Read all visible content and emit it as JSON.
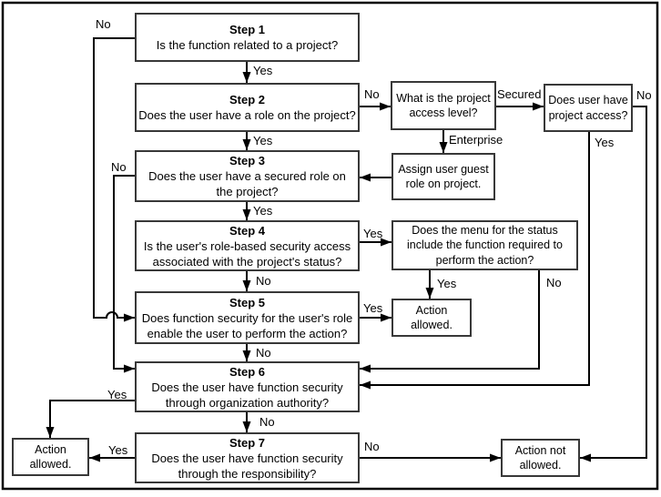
{
  "diagram_type": "flowchart",
  "colors": {
    "background": "#ffffff",
    "line": "#000000",
    "box_border": "#383838",
    "text": "#000000"
  },
  "nodes": {
    "step1": {
      "title": "Step 1",
      "text": "Is the function related to a project?"
    },
    "step2": {
      "title": "Step 2",
      "text": "Does the user have a role on the project?"
    },
    "step3": {
      "title": "Step 3",
      "text": "Does the user have a secured role on the project?"
    },
    "step4": {
      "title": "Step 4",
      "text": "Is the user's role-based security access associated with the project's status?"
    },
    "step5": {
      "title": "Step 5",
      "text": "Does function security for the user's role enable the user to perform the action?"
    },
    "step6": {
      "title": "Step 6",
      "text": "Does the user have function security through organization authority?"
    },
    "step7": {
      "title": "Step 7",
      "text": "Does the user have function security through the responsibility?"
    },
    "access_level": {
      "text": "What is the project access level?"
    },
    "project_access": {
      "text": "Does user have project access?"
    },
    "assign_guest": {
      "text": "Assign user guest role on project."
    },
    "menu_status": {
      "text": "Does the menu for the status include the function required to perform the action?"
    },
    "action_allowed_mid": {
      "text": "Action allowed."
    },
    "action_allowed_left": {
      "text": "Action allowed."
    },
    "action_not_allowed": {
      "text": "Action not allowed."
    }
  },
  "labels": {
    "step1_no": "No",
    "step1_yes": "Yes",
    "step2_no": "No",
    "step2_yes": "Yes",
    "secured": "Secured",
    "enterprise": "Enterprise",
    "project_access_no": "No",
    "project_access_yes": "Yes",
    "step3_no": "No",
    "step3_yes": "Yes",
    "step4_no": "No",
    "step4_yes": "Yes",
    "menu_yes": "Yes",
    "menu_no": "No",
    "step5_no": "No",
    "step5_yes": "Yes",
    "step6_no": "No",
    "step6_yes": "Yes",
    "step7_no": "No",
    "step7_yes": "Yes"
  },
  "edges": [
    {
      "from": "step1",
      "to": "step2",
      "label": "Yes"
    },
    {
      "from": "step1",
      "to": "step5",
      "label": "No"
    },
    {
      "from": "step2",
      "to": "step3",
      "label": "Yes"
    },
    {
      "from": "step2",
      "to": "access_level",
      "label": "No"
    },
    {
      "from": "access_level",
      "to": "project_access",
      "label": "Secured"
    },
    {
      "from": "access_level",
      "to": "assign_guest",
      "label": "Enterprise"
    },
    {
      "from": "assign_guest",
      "to": "step3",
      "label": ""
    },
    {
      "from": "project_access",
      "to": "step6",
      "label": "Yes"
    },
    {
      "from": "project_access",
      "to": "action_not_allowed",
      "label": "No"
    },
    {
      "from": "step3",
      "to": "step4",
      "label": "Yes"
    },
    {
      "from": "step3",
      "to": "step6",
      "label": "No"
    },
    {
      "from": "step4",
      "to": "menu_status",
      "label": "Yes"
    },
    {
      "from": "step4",
      "to": "step5",
      "label": "No"
    },
    {
      "from": "menu_status",
      "to": "action_allowed_mid",
      "label": "Yes"
    },
    {
      "from": "menu_status",
      "to": "step6",
      "label": "No"
    },
    {
      "from": "step5",
      "to": "action_allowed_mid",
      "label": "Yes"
    },
    {
      "from": "step5",
      "to": "step6",
      "label": "No"
    },
    {
      "from": "step6",
      "to": "action_allowed_left",
      "label": "Yes"
    },
    {
      "from": "step6",
      "to": "step7",
      "label": "No"
    },
    {
      "from": "step7",
      "to": "action_allowed_left",
      "label": "Yes"
    },
    {
      "from": "step7",
      "to": "action_not_allowed",
      "label": "No"
    }
  ]
}
